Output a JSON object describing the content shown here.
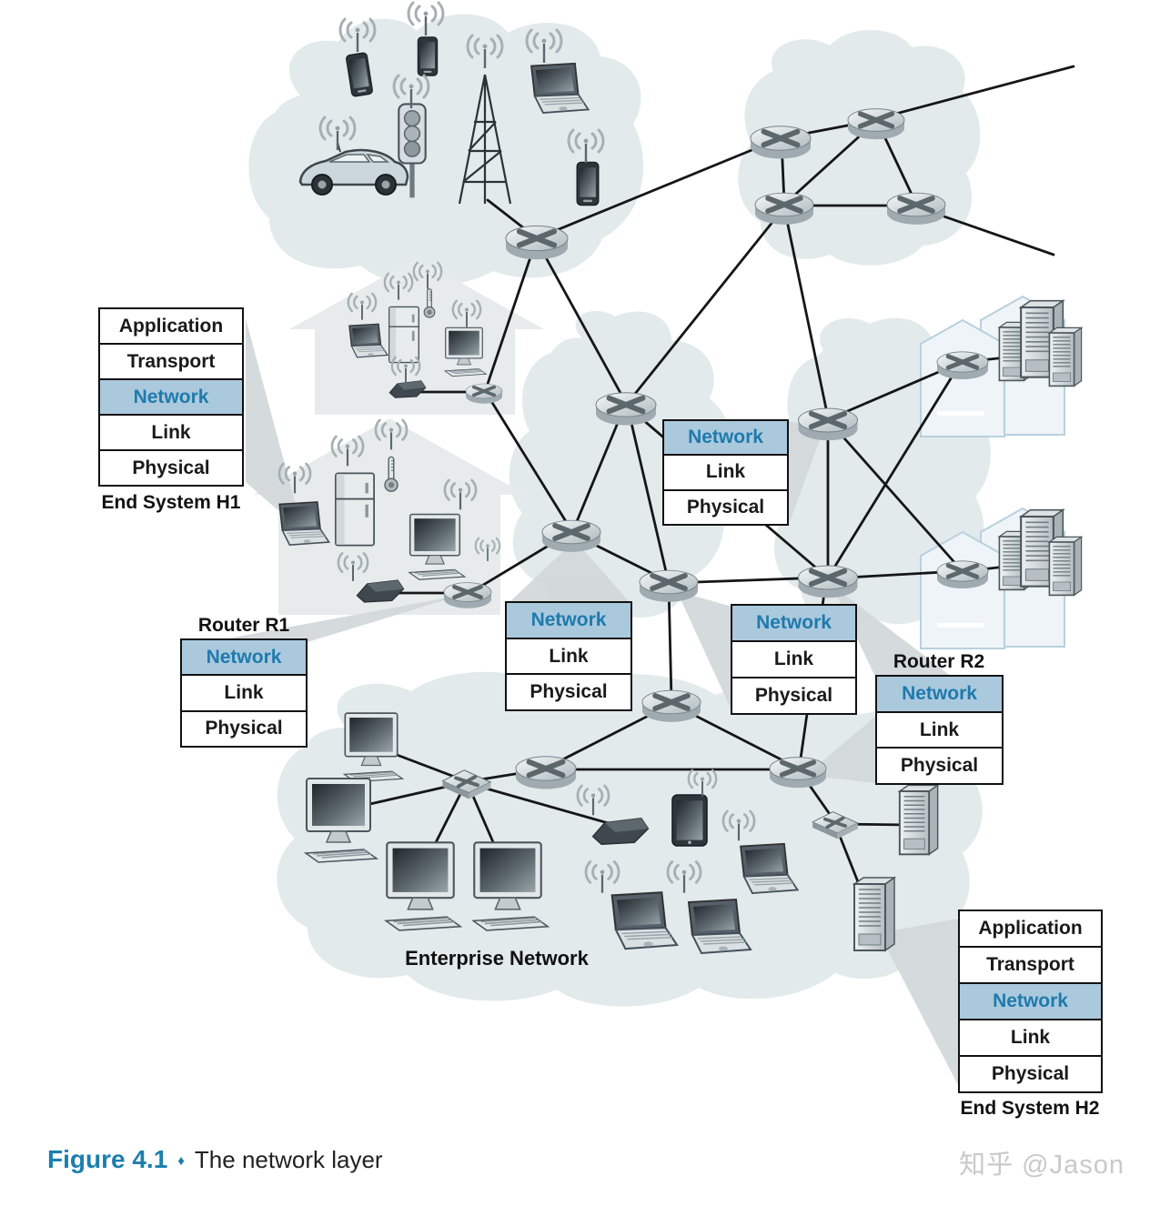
{
  "figure_caption": {
    "label": "Figure 4.1",
    "separator": "♦",
    "title": "The network layer"
  },
  "watermark": "知乎 @Jason",
  "region_labels": {
    "enterprise_network": "Enterprise Network"
  },
  "protocol_stacks": {
    "end_system_h1": {
      "title": "End System H1",
      "layers": [
        "Application",
        "Transport",
        "Network",
        "Link",
        "Physical"
      ],
      "highlighted_layer": "Network"
    },
    "router_r1": {
      "title": "Router R1",
      "layers": [
        "Network",
        "Link",
        "Physical"
      ],
      "highlighted_layer": "Network"
    },
    "mid_top": {
      "layers": [
        "Network",
        "Link",
        "Physical"
      ],
      "highlighted_layer": "Network"
    },
    "mid_left": {
      "layers": [
        "Network",
        "Link",
        "Physical"
      ],
      "highlighted_layer": "Network"
    },
    "mid_right": {
      "layers": [
        "Network",
        "Link",
        "Physical"
      ],
      "highlighted_layer": "Network"
    },
    "router_r2": {
      "title": "Router R2",
      "layers": [
        "Network",
        "Link",
        "Physical"
      ],
      "highlighted_layer": "Network"
    },
    "end_system_h2": {
      "title": "End System H2",
      "layers": [
        "Application",
        "Transport",
        "Network",
        "Link",
        "Physical"
      ],
      "highlighted_layer": "Network"
    }
  },
  "icons": {
    "router": "cylinder-with-x-arrows",
    "switch": "flat-box-with-x",
    "wifi": "radio-wave-arcs",
    "desktop": "monitor-with-keyboard",
    "laptop": "laptop",
    "smartphone": "smartphone",
    "tablet": "tablet",
    "server": "server-tower",
    "fridge": "smart-refrigerator",
    "thermostat": "thermometer",
    "traffic_light": "traffic-light",
    "car": "connected-car",
    "cell_tower": "lattice-mast",
    "access_point": "wireless-access-point"
  },
  "colors": {
    "network_layer_fill": "#abc9dd",
    "network_layer_text": "#1f7aad",
    "caption_accent": "#1b7fad",
    "link_line": "#161616",
    "cloud_fill": "#e3eaec",
    "watermark_text": "#c9c9c9"
  }
}
